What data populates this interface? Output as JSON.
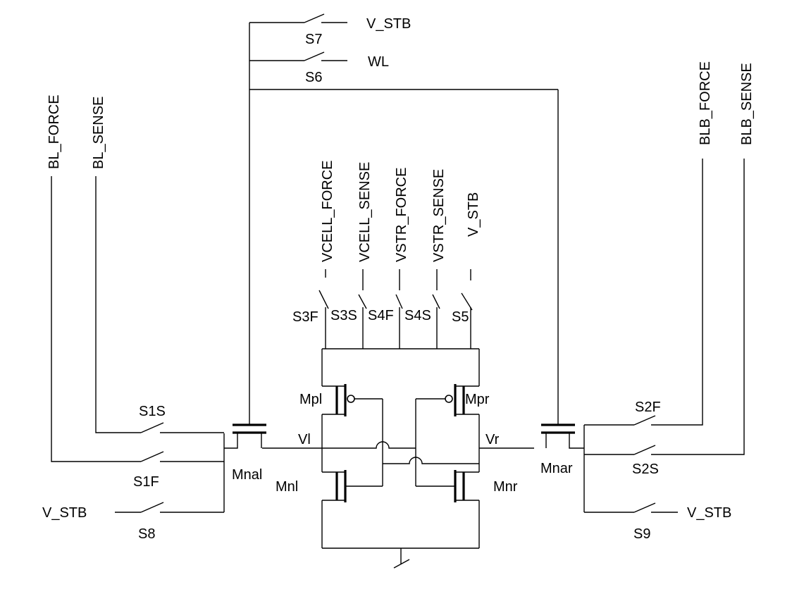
{
  "diagram": {
    "signals": {
      "bl_force": "BL_FORCE",
      "bl_sense": "BL_SENSE",
      "blb_force": "BLB_FORCE",
      "blb_sense": "BLB_SENSE",
      "vcell_force": "VCELL_FORCE",
      "vcell_sense": "VCELL_SENSE",
      "vstr_force": "VSTR_FORCE",
      "vstr_sense": "VSTR_SENSE",
      "v_stb_top": "V_STB",
      "v_stb_vertical": "V_STB",
      "v_stb_left": "V_STB",
      "v_stb_right": "V_STB",
      "wl": "WL"
    },
    "switches": {
      "s7": "S7",
      "s6": "S6",
      "s3f": "S3F",
      "s3s": "S3S",
      "s4f": "S4F",
      "s4s": "S4S",
      "s5": "S5",
      "s1s": "S1S",
      "s1f": "S1F",
      "s8": "S8",
      "s2f": "S2F",
      "s2s": "S2S",
      "s9": "S9"
    },
    "transistors": {
      "mpl": "Mpl",
      "mpr": "Mpr",
      "mnl": "Mnl",
      "mnr": "Mnr",
      "mnal": "Mnal",
      "mnar": "Mnar"
    },
    "nodes": {
      "vl": "Vl",
      "vr": "Vr"
    }
  }
}
